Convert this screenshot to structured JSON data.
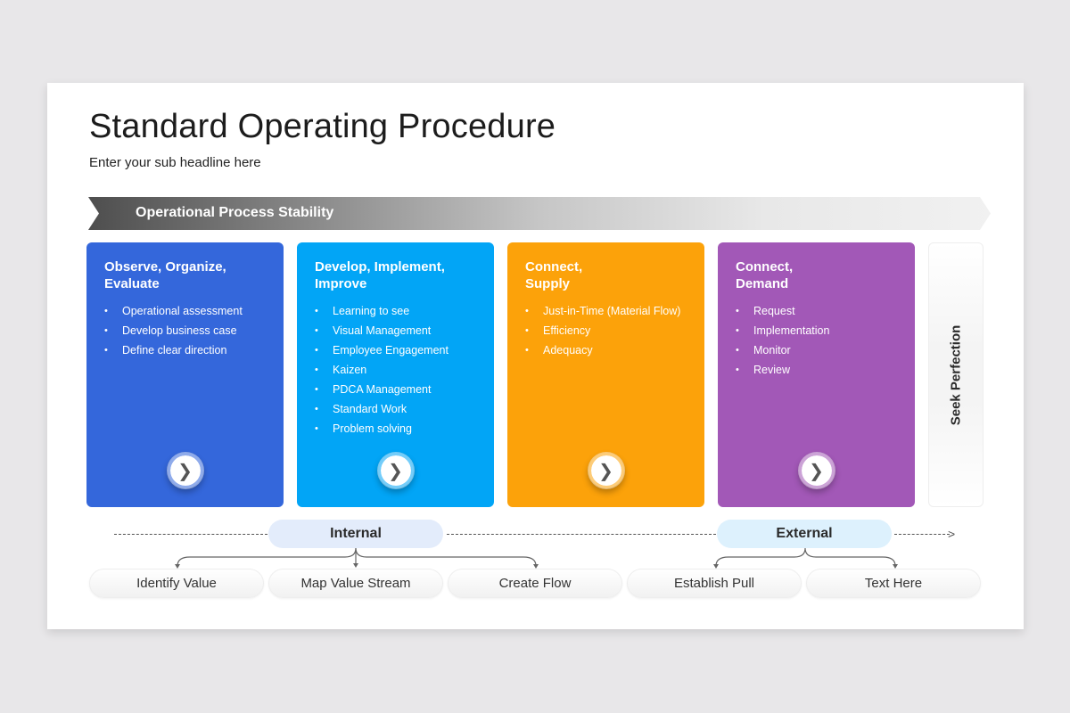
{
  "slide": {
    "title": "Standard Operating Procedure",
    "subtitle": "Enter your sub headline here"
  },
  "banner": {
    "label": "Operational Process Stability"
  },
  "cards": [
    {
      "title": "Observe, Organize,\nEvaluate",
      "color": "#3467db",
      "items": [
        "Operational assessment",
        "Develop business case",
        "Define clear direction"
      ],
      "button_icon": "chevron-right-icon"
    },
    {
      "title": "Develop, Implement,\nImprove",
      "color": "#02a5f6",
      "items": [
        "Learning to see",
        "Visual Management",
        "Employee Engagement",
        "Kaizen",
        "PDCA Management",
        "Standard Work",
        "Problem solving"
      ],
      "button_icon": "chevron-right-icon"
    },
    {
      "title": "Connect,\nSupply",
      "color": "#fca20a",
      "items": [
        "Just-in-Time (Material Flow)",
        "Efficiency",
        "Adequacy"
      ],
      "button_icon": "chevron-right-icon"
    },
    {
      "title": "Connect,\nDemand",
      "color": "#a258b7",
      "items": [
        "Request",
        "Implementation",
        "Monitor",
        "Review"
      ],
      "button_icon": "chevron-right-icon"
    }
  ],
  "seek": {
    "label": "Seek Perfection"
  },
  "groups": [
    {
      "label": "Internal",
      "color": "#e3ecfb"
    },
    {
      "label": "External",
      "color": "#ddf1fd"
    }
  ],
  "steps": [
    {
      "label": "Identify Value"
    },
    {
      "label": "Map Value Stream"
    },
    {
      "label": "Create Flow"
    },
    {
      "label": "Establish Pull"
    },
    {
      "label": "Text Here"
    }
  ],
  "icons": {
    "next": "❯",
    "arrow": ">"
  }
}
